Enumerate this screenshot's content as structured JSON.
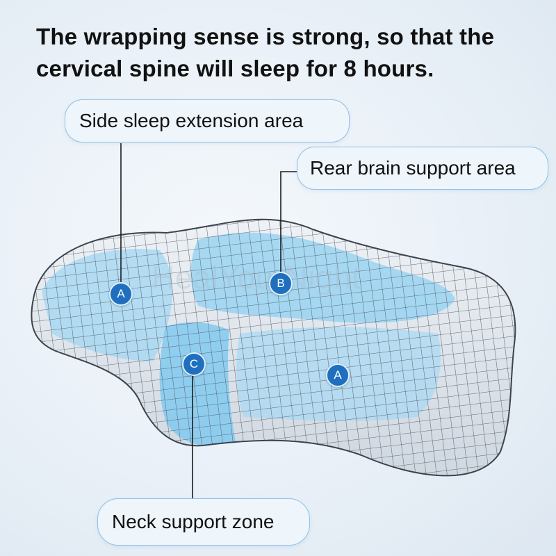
{
  "headline": {
    "line1": "The wrapping sense is strong, so that the",
    "line2": "cervical spine will sleep for 8 hours."
  },
  "callouts": {
    "side_sleep": "Side sleep extension area",
    "rear_brain": "Rear brain support area",
    "neck": "Neck support zone"
  },
  "markers": {
    "left_a": "A",
    "b": "B",
    "c": "C",
    "right_a": "A"
  },
  "watermark": "HealYourNight",
  "colors": {
    "marker": "#1f6fc0",
    "callout_border": "#8cc2e6",
    "highlight": "#8fd0f2"
  }
}
